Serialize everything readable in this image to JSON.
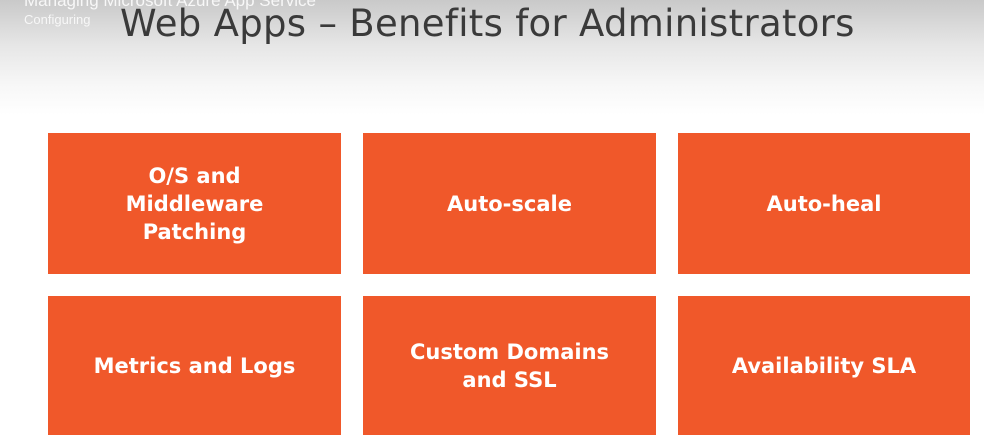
{
  "header": {
    "course_title": "Managing Microsoft Azure App Service",
    "module_subtitle": "Configuring",
    "slide_title": "Web Apps – Benefits for Administrators"
  },
  "tiles": [
    {
      "label": "O/S and Middleware Patching"
    },
    {
      "label": "Auto-scale"
    },
    {
      "label": "Auto-heal"
    },
    {
      "label": "Metrics and Logs"
    },
    {
      "label": "Custom Domains and SSL"
    },
    {
      "label": "Availability SLA"
    }
  ],
  "colors": {
    "tile_background": "#f0582a",
    "tile_text": "#ffffff",
    "title_text": "#3a3a3a"
  }
}
